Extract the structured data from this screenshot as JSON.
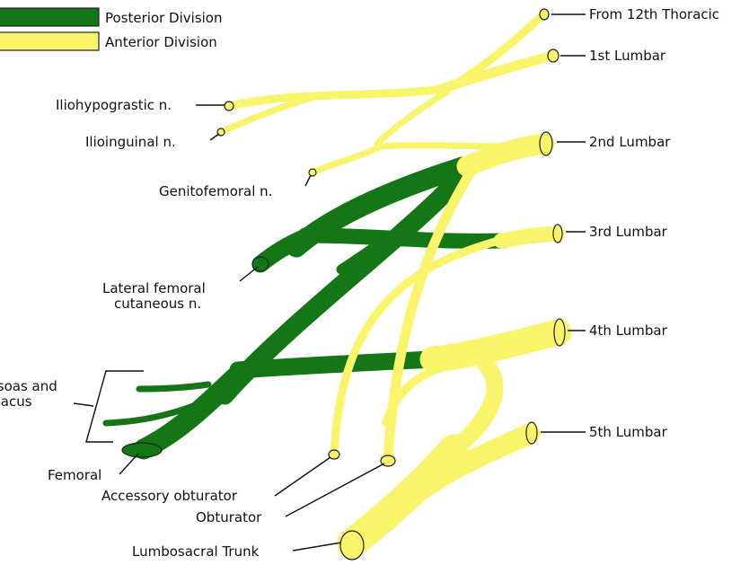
{
  "colors": {
    "posterior": "#147614",
    "anterior": "#f8f56b",
    "outline": "#222222"
  },
  "legend": [
    {
      "label": "Posterior Division",
      "division": "posterior"
    },
    {
      "label": "Anterior Division",
      "division": "anterior"
    }
  ],
  "labels": {
    "thoracic12": "From 12th Thoracic",
    "lumbar1": "1st Lumbar",
    "lumbar2": "2nd Lumbar",
    "lumbar3": "3rd Lumbar",
    "lumbar4": "4th Lumbar",
    "lumbar5": "5th Lumbar",
    "iliohypogastric": "Iliohypograstic n.",
    "ilioinguinal": "Ilioinguinal n.",
    "genitofemoral": "Genitofemoral n.",
    "lateral_femoral_1": "Lateral femoral",
    "lateral_femoral_2": "cutaneous n.",
    "psoas_1": "Psoas and",
    "psoas_2": "Iliacus",
    "femoral": "Femoral",
    "accessory_obturator": "Accessory obturator",
    "obturator": "Obturator",
    "lumbosacral": "Lumbosacral Trunk"
  }
}
